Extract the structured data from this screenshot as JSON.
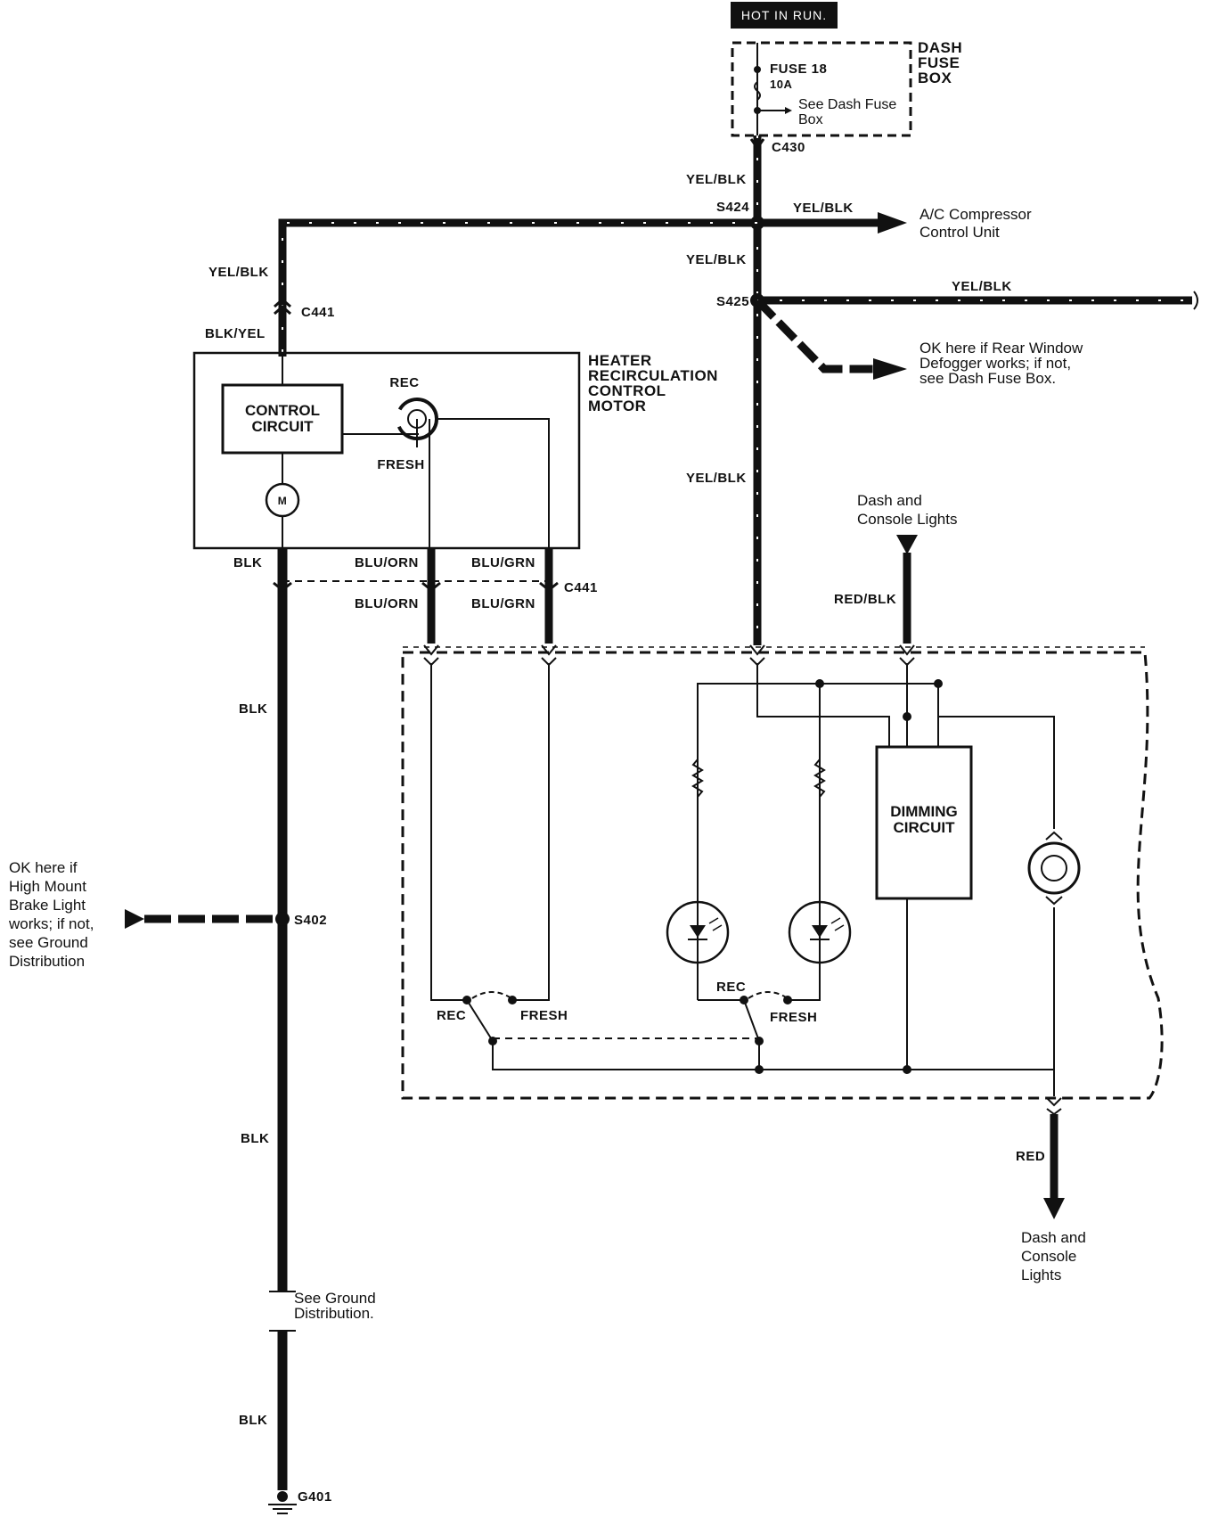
{
  "power": {
    "hot_in_run": "HOT IN RUN."
  },
  "fuse_box": {
    "title_line1": "DASH",
    "title_line2": "FUSE",
    "title_line3": "BOX",
    "fuse_name": "FUSE 18",
    "fuse_rating": "10A",
    "see_line1": "See Dash Fuse",
    "see_line2": "Box"
  },
  "connectors": {
    "c430": "C430",
    "c441_top": "C441",
    "c441_bottom": "C441",
    "s424": "S424",
    "s425": "S425",
    "s402": "S402",
    "g401": "G401"
  },
  "wires": {
    "yel_blk_1": "YEL/BLK",
    "yel_blk_2": "YEL/BLK",
    "yel_blk_3": "YEL/BLK",
    "yel_blk_4": "YEL/BLK",
    "yel_blk_5": "YEL/BLK",
    "yel_blk_6": "YEL/BLK",
    "blk_yel": "BLK/YEL",
    "blk_1": "BLK",
    "blk_2": "BLK",
    "blk_3": "BLK",
    "blk_4": "BLK",
    "blu_orn_1": "BLU/ORN",
    "blu_orn_2": "BLU/ORN",
    "blu_grn_1": "BLU/GRN",
    "blu_grn_2": "BLU/GRN",
    "red_blk": "RED/BLK",
    "red": "RED"
  },
  "components": {
    "motor_title_line1": "HEATER",
    "motor_title_line2": "RECIRCULATION",
    "motor_title_line3": "CONTROL",
    "motor_title_line4": "MOTOR",
    "control_circuit_line1": "CONTROL",
    "control_circuit_line2": "CIRCUIT",
    "motor_symbol": "M",
    "rec": "REC",
    "fresh": "FRESH",
    "dimming_line1": "DIMMING",
    "dimming_line2": "CIRCUIT",
    "switch_rec_1": "REC",
    "switch_fresh_1": "FRESH",
    "switch_rec_2": "REC",
    "switch_fresh_2": "FRESH"
  },
  "notes": {
    "ac_line1": "A/C Compressor",
    "ac_line2": "Control Unit",
    "defog_line1": "OK here if Rear Window",
    "defog_line2": "Defogger works; if not,",
    "defog_line3": "see Dash Fuse Box.",
    "dash_lights_top_line1": "Dash and",
    "dash_lights_top_line2": "Console Lights",
    "dash_lights_bottom_line1": "Dash and",
    "dash_lights_bottom_line2": "Console",
    "dash_lights_bottom_line3": "Lights",
    "brake_line1": "OK here if",
    "brake_line2": "High Mount",
    "brake_line3": "Brake Light",
    "brake_line4": "works; if not,",
    "brake_line5": "see Ground",
    "brake_line6": "Distribution",
    "ground_line1": "See Ground",
    "ground_line2": "Distribution."
  }
}
